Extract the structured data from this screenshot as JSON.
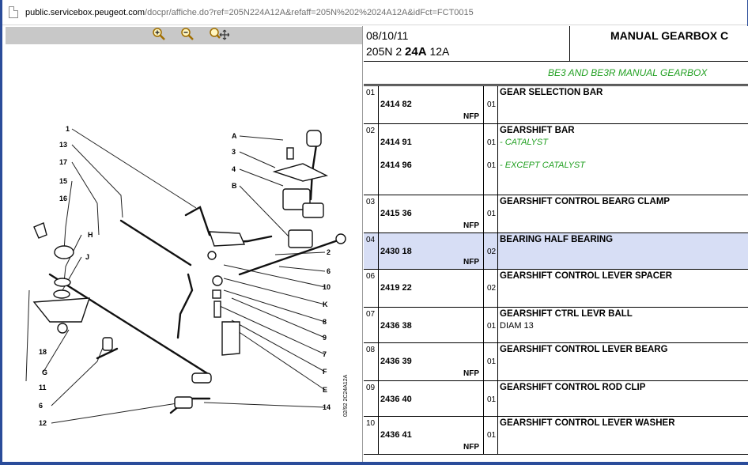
{
  "browser": {
    "url_host": "public.servicebox.peugeot.com",
    "url_rest": "/docpr/affiche.do?ref=205N224A12A&refaff=205N%202%2024A12A&idFct=FCT0015",
    "page_icon": "page-icon"
  },
  "toolbar": {
    "zoom_in_icon": "zoom-in-icon",
    "zoom_out_icon": "zoom-out-icon",
    "zoom_fit_icon": "zoom-move-icon"
  },
  "diagram": {
    "labels_left": [
      "1",
      "13",
      "17",
      "15",
      "16",
      "H",
      "J",
      "18",
      "G",
      "6",
      "11",
      "12"
    ],
    "labels_top": [
      "A",
      "3",
      "4",
      "B"
    ],
    "labels_right": [
      "2",
      "6",
      "10",
      "K",
      "8",
      "9",
      "7",
      "F",
      "E",
      "14"
    ],
    "stamp": "02/92  2C24A12A"
  },
  "header": {
    "date": "08/10/11",
    "ref_prefix": "205N 2 ",
    "ref_bold": "24A",
    "ref_suffix": " 12A",
    "title": "MANUAL GEARBOX C"
  },
  "section_title": "BE3 AND BE3R MANUAL GEARBOX",
  "rows": [
    {
      "idx": "01",
      "desc": "GEAR SELECTION BAR",
      "items": [
        {
          "pn": "2414 82",
          "qty": "01",
          "note": ""
        }
      ],
      "nfp": "NFP"
    },
    {
      "idx": "02",
      "desc": "GEARSHIFT BAR",
      "items": [
        {
          "pn": "2414 91",
          "qty": "01",
          "note": "- CATALYST"
        },
        {
          "pn": "2414 96",
          "qty": "01",
          "note": "- EXCEPT CATALYST"
        }
      ],
      "nfp": ""
    },
    {
      "idx": "03",
      "desc": "GEARSHIFT CONTROL BEARG CLAMP",
      "items": [
        {
          "pn": "2415 36",
          "qty": "01",
          "note": ""
        }
      ],
      "nfp": "NFP"
    },
    {
      "idx": "04",
      "desc": "BEARING HALF BEARING",
      "items": [
        {
          "pn": "2430 18",
          "qty": "02",
          "note": ""
        }
      ],
      "nfp": "NFP"
    },
    {
      "idx": "06",
      "desc": "GEARSHIFT CONTROL LEVER SPACER",
      "items": [
        {
          "pn": "2419 22",
          "qty": "02",
          "note": ""
        }
      ],
      "nfp": ""
    },
    {
      "idx": "07",
      "desc": "GEARSHIFT CTRL LEVR BALL",
      "items": [
        {
          "pn": "2436 38",
          "qty": "01",
          "note": "DIAM 13"
        }
      ],
      "nfp": ""
    },
    {
      "idx": "08",
      "desc": "GEARSHIFT CONTROL LEVER BEARG",
      "items": [
        {
          "pn": "2436 39",
          "qty": "01",
          "note": ""
        }
      ],
      "nfp": "NFP"
    },
    {
      "idx": "09",
      "desc": "GEARSHIFT CONTROL ROD CLIP",
      "items": [
        {
          "pn": "2436 40",
          "qty": "01",
          "note": ""
        }
      ],
      "nfp": ""
    },
    {
      "idx": "10",
      "desc": "GEARSHIFT CONTROL LEVER WASHER",
      "items": [
        {
          "pn": "2436 41",
          "qty": "01",
          "note": ""
        }
      ],
      "nfp": "NFP"
    }
  ],
  "colors": {
    "frame": "#2a4c9a",
    "highlight_row": "#d7def5",
    "green_text": "#22a022",
    "toolbar_bg": "#c8c8c8"
  }
}
